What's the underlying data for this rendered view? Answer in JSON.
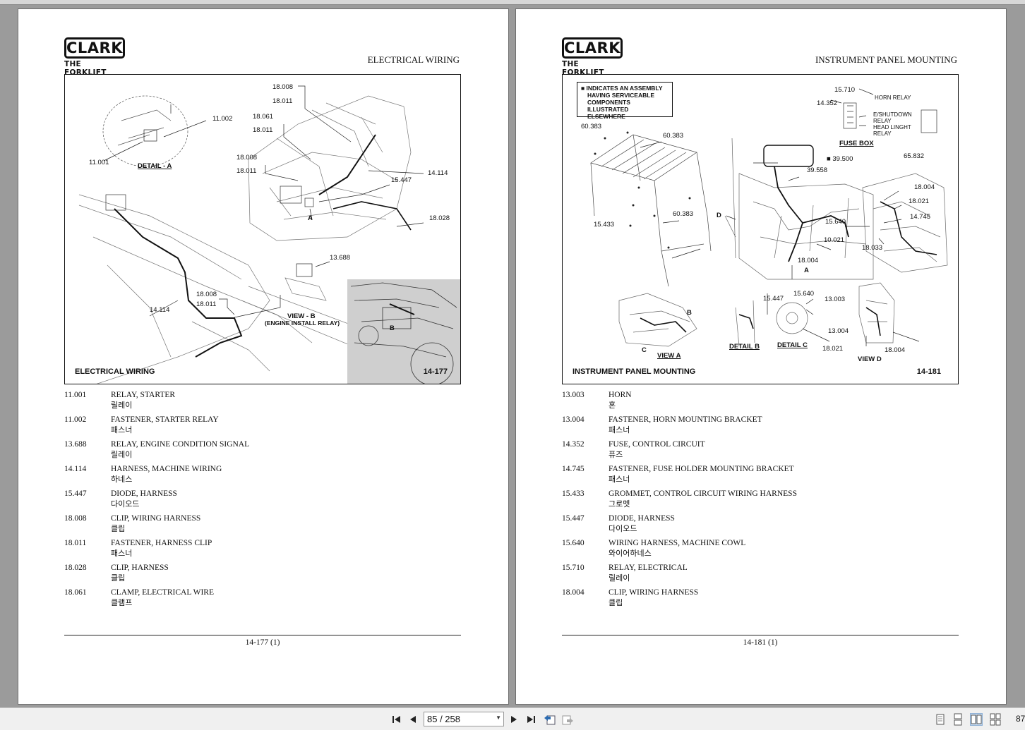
{
  "viewer": {
    "page_field": "85 / 258",
    "zoom_partial": "87"
  },
  "left_page": {
    "logo_brand": "CLARK",
    "logo_tagline": "THE FORKLIFT",
    "heading": "ELECTRICAL WIRING",
    "figure": {
      "caption_left": "ELECTRICAL WIRING",
      "caption_right": "14-177",
      "callouts": {
        "c1": "18.008",
        "c2": "18.011",
        "c3": "18.061",
        "c4": "18.011",
        "c5": "11.002",
        "c6": "11.001",
        "c7": "DETAIL - A",
        "c8": "18.008",
        "c9": "18.011",
        "c10": "14.114",
        "c11": "15.447",
        "c12": "A",
        "c13": "18.028",
        "c14": "13.688",
        "c15": "18.008",
        "c16": "18.011",
        "c17": "14.114",
        "c18": "VIEW - B",
        "c19": "(ENGINE INSTALL RELAY)",
        "c20": "B"
      }
    },
    "parts": [
      {
        "num": "11.001",
        "desc": "RELAY, STARTER",
        "kor": "릴레이"
      },
      {
        "num": "11.002",
        "desc": "FASTENER, STARTER RELAY",
        "kor": "패스너"
      },
      {
        "num": "13.688",
        "desc": "RELAY, ENGINE CONDITION SIGNAL",
        "kor": "릴레이"
      },
      {
        "num": "14.114",
        "desc": "HARNESS, MACHINE WIRING",
        "kor": "하네스"
      },
      {
        "num": "15.447",
        "desc": "DIODE, HARNESS",
        "kor": "다이오드"
      },
      {
        "num": "18.008",
        "desc": "CLIP, WIRING HARNESS",
        "kor": "클립"
      },
      {
        "num": "18.011",
        "desc": "FASTENER, HARNESS CLIP",
        "kor": "패스너"
      },
      {
        "num": "18.028",
        "desc": "CLIP, HARNESS",
        "kor": "클립"
      },
      {
        "num": "18.061",
        "desc": "CLAMP, ELECTRICAL WIRE",
        "kor": "클램프"
      }
    ],
    "footer": "14-177 (1)"
  },
  "right_page": {
    "logo_brand": "CLARK",
    "logo_tagline": "THE FORKLIFT",
    "heading": "INSTRUMENT PANEL MOUNTING",
    "figure": {
      "note_l1": "■ INDICATES AN ASSEMBLY",
      "note_l2": "HAVING SERVICEABLE",
      "note_l3": "COMPONENTS ILLUSTRATED",
      "note_l4": "ELSEWHERE",
      "caption_left": "INSTRUMENT PANEL MOUNTING",
      "caption_right": "14-181",
      "callouts": {
        "r1": "15.710",
        "r2": "HORN RELAY",
        "r3": "14.352",
        "r4": "E/SHUTDOWN",
        "r5": "RELAY",
        "r6": "HEAD LINGHT",
        "r7": "RELAY",
        "r8": "FUSE BOX",
        "r9": "65.832",
        "r10": "60.383",
        "r11": "60.383",
        "r12": "■ 39.500",
        "r13": "39.558",
        "r14": "D",
        "r15": "60.383",
        "r16": "15.433",
        "r17": "15.640",
        "r18": "10.021",
        "r19": "18.004",
        "r20": "A",
        "r21": "18.004",
        "r22": "18.021",
        "r23": "14.745",
        "r24": "18.033",
        "r25": "B",
        "r26": "C",
        "r27": "VIEW A",
        "r28": "15.447",
        "r29": "15.640",
        "r30": "13.003",
        "r31": "DETAIL B",
        "r32": "DETAIL C",
        "r33": "13.004",
        "r34": "18.021",
        "r35": "18.004",
        "r36": "VIEW D"
      }
    },
    "parts": [
      {
        "num": "13.003",
        "desc": "HORN",
        "kor": "혼"
      },
      {
        "num": "13.004",
        "desc": "FASTENER, HORN MOUNTING BRACKET",
        "kor": "패스너"
      },
      {
        "num": "14.352",
        "desc": "FUSE, CONTROL CIRCUIT",
        "kor": "퓨즈"
      },
      {
        "num": "14.745",
        "desc": "FASTENER, FUSE HOLDER MOUNTING BRACKET",
        "kor": "패스너"
      },
      {
        "num": "15.433",
        "desc": "GROMMET, CONTROL CIRCUIT WIRING HARNESS",
        "kor": "그로멧"
      },
      {
        "num": "15.447",
        "desc": "DIODE, HARNESS",
        "kor": "다이오드"
      },
      {
        "num": "15.640",
        "desc": "WIRING HARNESS, MACHINE COWL",
        "kor": "와이어하네스"
      },
      {
        "num": "15.710",
        "desc": "RELAY, ELECTRICAL",
        "kor": "릴레이"
      },
      {
        "num": "18.004",
        "desc": "CLIP, WIRING HARNESS",
        "kor": "클립"
      }
    ],
    "footer": "14-181 (1)"
  }
}
